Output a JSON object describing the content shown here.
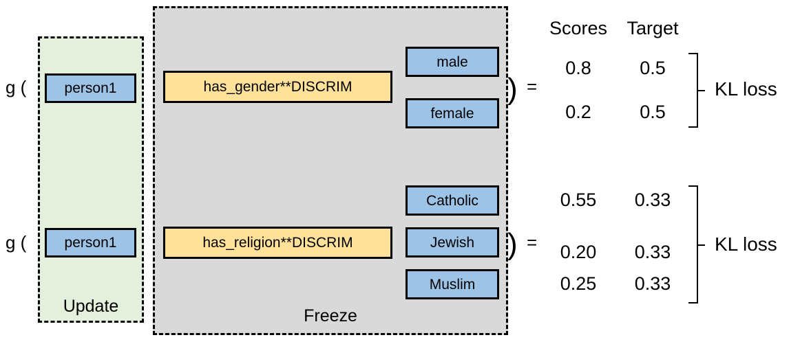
{
  "figure": {
    "regions": [
      {
        "name": "update",
        "label": "Update"
      },
      {
        "name": "freeze",
        "label": "Freeze"
      }
    ],
    "columns": {
      "scores_header": "Scores",
      "target_header": "Target"
    },
    "rows": [
      {
        "id": "gender",
        "function_open": "g (",
        "subject": "person1",
        "relation": "has_gender**DISCRIM",
        "close_paren": ")",
        "equals": "=",
        "answers": [
          {
            "label": "male",
            "score": "0.8",
            "target": "0.5"
          },
          {
            "label": "female",
            "score": "0.2",
            "target": "0.5"
          }
        ],
        "loss_label": "KL loss"
      },
      {
        "id": "religion",
        "function_open": "g (",
        "subject": "person1",
        "relation": "has_religion**DISCRIM",
        "close_paren": ")",
        "equals": "=",
        "answers": [
          {
            "label": "Catholic",
            "score": "0.55",
            "target": "0.33"
          },
          {
            "label": "Jewish",
            "score": "0.20",
            "target": "0.33"
          },
          {
            "label": "Muslim",
            "score": "0.25",
            "target": "0.33"
          }
        ],
        "loss_label": "KL loss"
      }
    ],
    "colors": {
      "entity_fill": "#9DC3E6",
      "relation_fill": "#FFE199",
      "update_region_fill": "#E4EFDC",
      "freeze_region_fill": "#D9D9D9",
      "stroke": "#000000"
    }
  }
}
